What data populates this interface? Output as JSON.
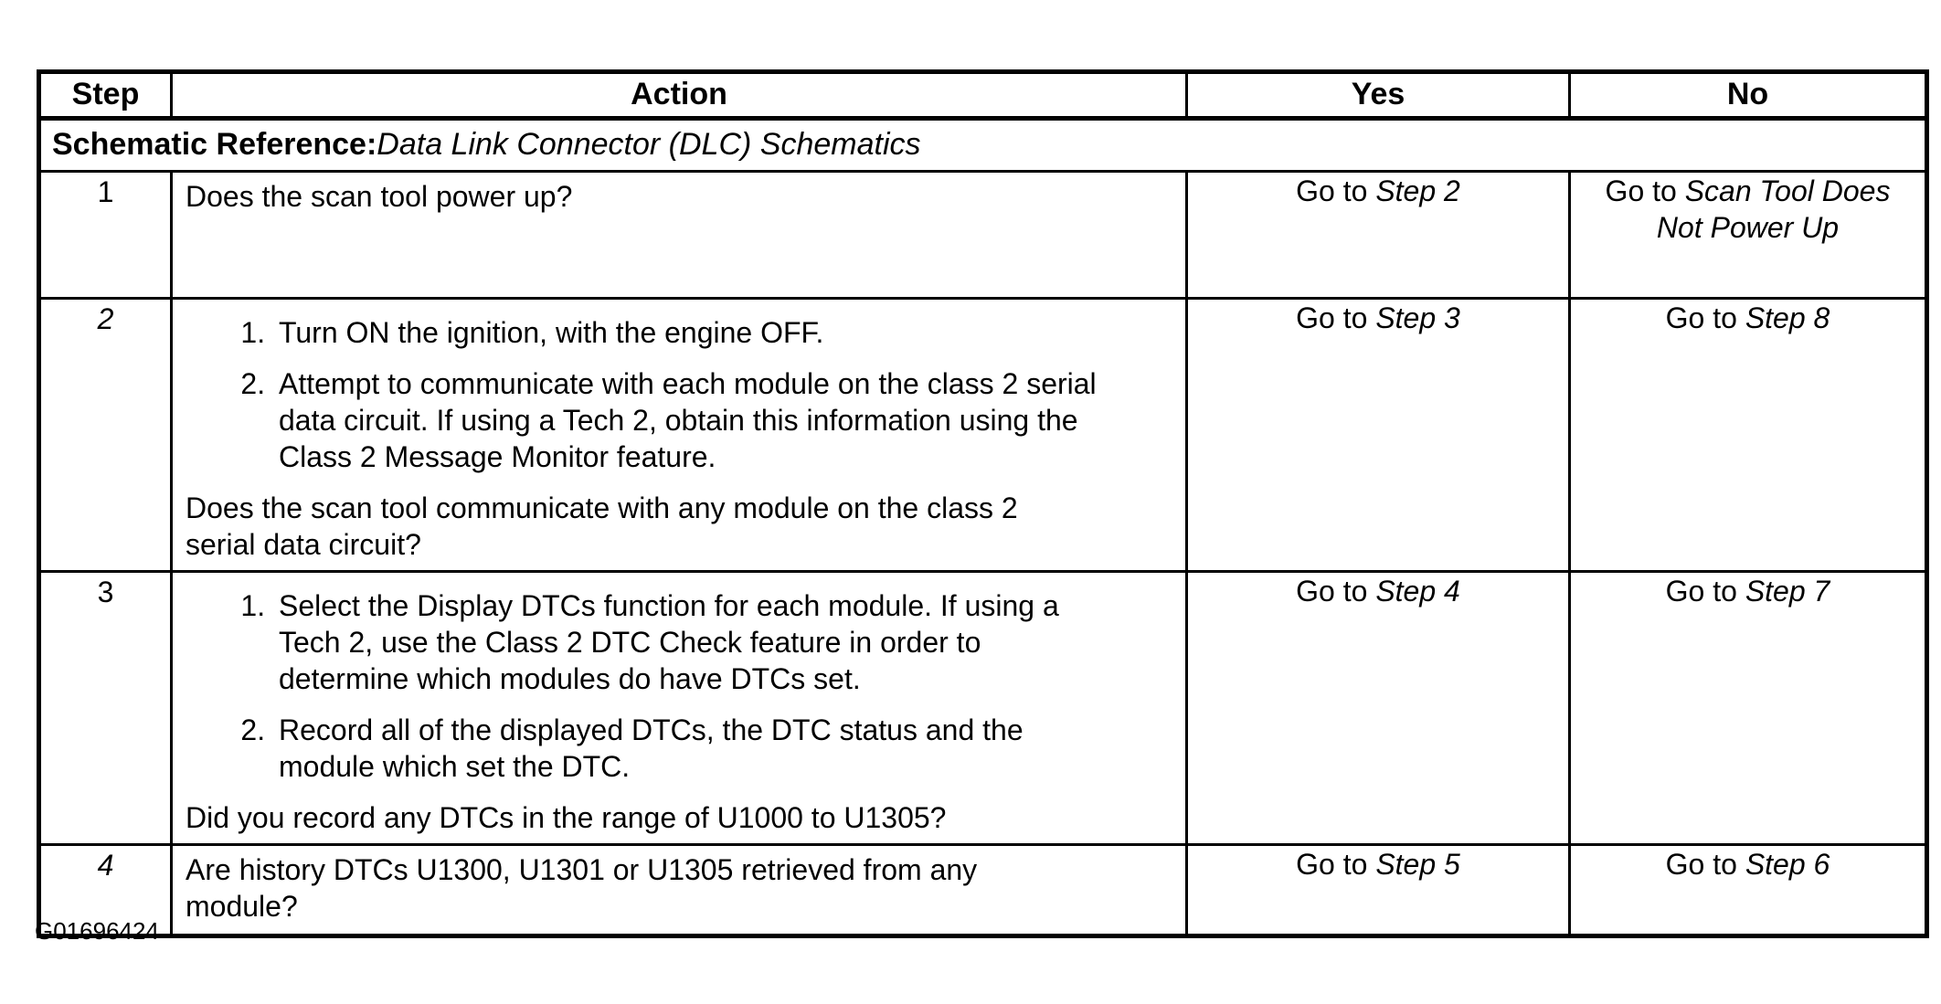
{
  "colors": {
    "background": "#ffffff",
    "text": "#000000",
    "border": "#000000"
  },
  "table": {
    "headers": {
      "step": "Step",
      "action": "Action",
      "yes": "Yes",
      "no": "No"
    },
    "schematic_reference": {
      "label": "Schematic Reference:",
      "value": "Data Link Connector (DLC) Schematics"
    },
    "rows": [
      {
        "step": "1",
        "question": "Does the scan tool power up?",
        "yes": {
          "prefix": "Go to ",
          "target": "Step 2"
        },
        "no": {
          "prefix": "Go to ",
          "target": "Scan Tool Does Not Power Up"
        }
      },
      {
        "step": "2",
        "list": [
          "Turn ON the ignition, with the engine OFF.",
          "Attempt to communicate with each module on the class 2 serial data circuit. If using a Tech 2, obtain this information using the Class 2 Message Monitor feature."
        ],
        "question": "Does the scan tool communicate with any module on the class 2 serial data circuit?",
        "yes": {
          "prefix": "Go to ",
          "target": "Step 3"
        },
        "no": {
          "prefix": "Go to ",
          "target": "Step 8"
        }
      },
      {
        "step": "3",
        "list": [
          "Select the Display DTCs function for each module. If using a Tech 2, use the Class 2 DTC Check feature in order to determine which modules do have DTCs set.",
          "Record all of the displayed DTCs, the DTC status and the module which set the DTC."
        ],
        "question": "Did you record any DTCs in the range of U1000 to U1305?",
        "yes": {
          "prefix": "Go to ",
          "target": "Step 4"
        },
        "no": {
          "prefix": "Go to ",
          "target": "Step 7"
        }
      },
      {
        "step": "4",
        "question": "Are history DTCs U1300, U1301 or U1305 retrieved from any module?",
        "yes": {
          "prefix": "Go to ",
          "target": "Step 5"
        },
        "no": {
          "prefix": "Go to ",
          "target": "Step 6"
        }
      }
    ]
  },
  "page": {
    "figure_id": "G01696424"
  }
}
